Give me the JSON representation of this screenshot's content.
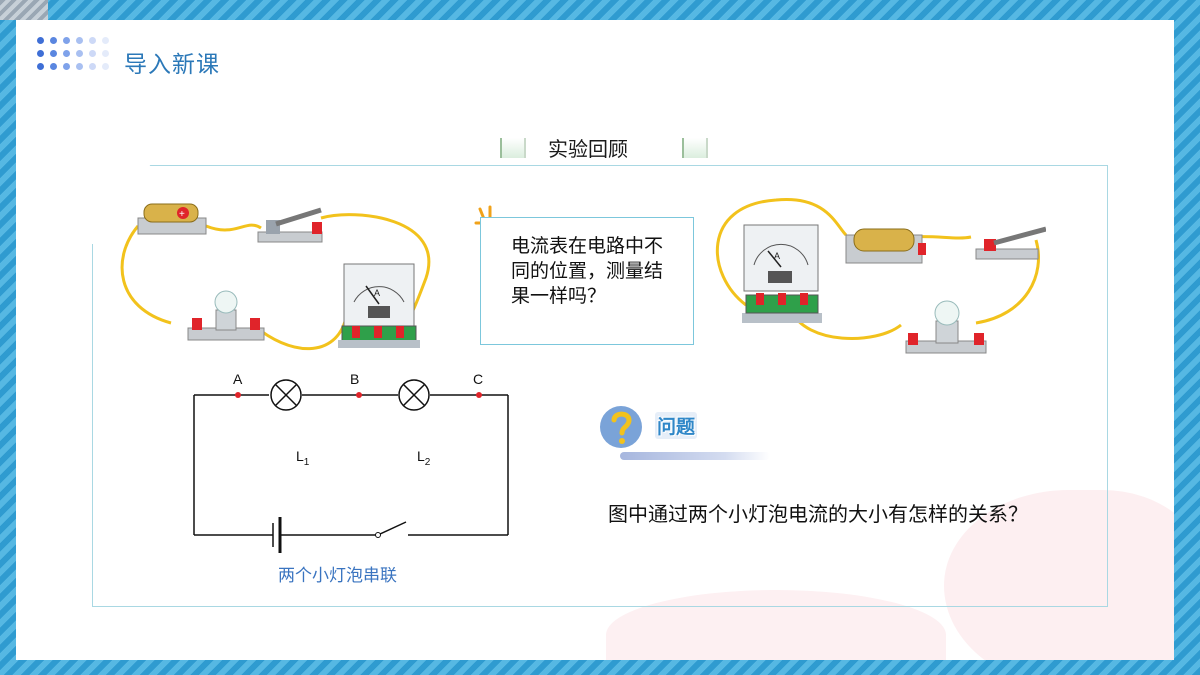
{
  "header": {
    "lesson_title": "导入新课"
  },
  "section": {
    "title": "实验回顾"
  },
  "callout": {
    "text": "电流表在电路中不同的位置，测量结果一样吗？"
  },
  "circuit": {
    "points": [
      "A",
      "B",
      "C"
    ],
    "lamp1": "L",
    "lamp1_sub": "1",
    "lamp2": "L",
    "lamp2_sub": "2",
    "caption": "两个小灯泡串联"
  },
  "question_panel": {
    "label": "问题",
    "question": "图中通过两个小灯泡电流的大小有怎样的关系？"
  },
  "colors": {
    "accent_blue": "#2f9bd0",
    "title_blue": "#2b78b8",
    "wire_yellow": "#f2c21c",
    "node_red": "#e0242a"
  }
}
